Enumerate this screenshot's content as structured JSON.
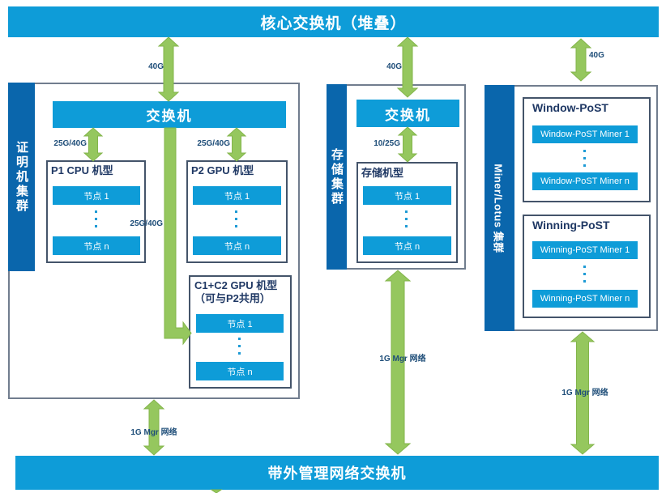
{
  "colors": {
    "cyan": "#0E9CD8",
    "darkblue": "#0A66AC",
    "green": "#95C75E",
    "greenline": "#83B54B",
    "navy": "#1F3864",
    "label": "#1F4E79",
    "outerborder": "#717D8E",
    "innerborder": "#44546A"
  },
  "core_switch": {
    "label": "核心交换机（堆叠）"
  },
  "oob_switch": {
    "label": "带外管理网络交换机"
  },
  "link_labels": {
    "top_left": "40G",
    "top_mid": "40G",
    "top_right": "40G",
    "p1": "25G/40G",
    "p2": "25G/40G",
    "c1c2": "25G/40G",
    "storage": "10/25G",
    "mgmt_left": "1G Mgr 网络",
    "mgmt_mid": "1G Mgr 网络",
    "mgmt_right": "1G Mgr 网络"
  },
  "clusters": {
    "proving": {
      "name": "证明机集群",
      "switch_label": "交换机",
      "p1": {
        "title": "P1 CPU 机型",
        "node_first": "节点 1",
        "node_last": "节点 n"
      },
      "p2": {
        "title": "P2 GPU 机型",
        "node_first": "节点 1",
        "node_last": "节点 n"
      },
      "c1c2": {
        "title_line1": "C1+C2 GPU 机型",
        "title_line2": "（可与P2共用）",
        "node_first": "节点 1",
        "node_last": "节点 n"
      }
    },
    "storage": {
      "name": "存储集群",
      "switch_label": "交换机",
      "box": {
        "title": "存储机型",
        "node_first": "节点 1",
        "node_last": "节点 n"
      }
    },
    "miner": {
      "name": "Miner/Lotus 集群",
      "window": {
        "title": "Window-PoST",
        "node_first": "Window-PoST Miner 1",
        "node_last": "Window-PoST Miner n"
      },
      "winning": {
        "title": "Winning-PoST",
        "node_first": "Winning-PoST Miner 1",
        "node_last": "Winning-PoST Miner n"
      }
    }
  }
}
